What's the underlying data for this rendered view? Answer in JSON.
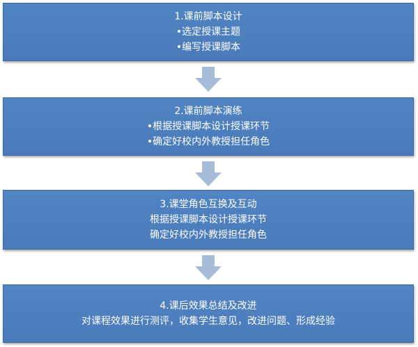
{
  "steps": [
    {
      "title": "1.课前脚本设计",
      "lines": [
        "•选定授课主题",
        "•编写授课脚本"
      ]
    },
    {
      "title": "2.课前脚本演练",
      "lines": [
        "•根据授课脚本设计授课环节",
        "•确定好校内外教授担任角色"
      ]
    },
    {
      "title": "3.课堂角色互换及互动",
      "lines": [
        "根据授课脚本设计授课环节",
        "确定好校内外教授担任角色"
      ]
    },
    {
      "title": "4.课后效果总结及改进",
      "lines": [
        "对课程效果进行测评，收集学生意见，改进问题、形成经验"
      ]
    }
  ],
  "colors": {
    "box": "#4f81bd",
    "arrow": "#a6bcd9",
    "text": "#ffffff"
  }
}
